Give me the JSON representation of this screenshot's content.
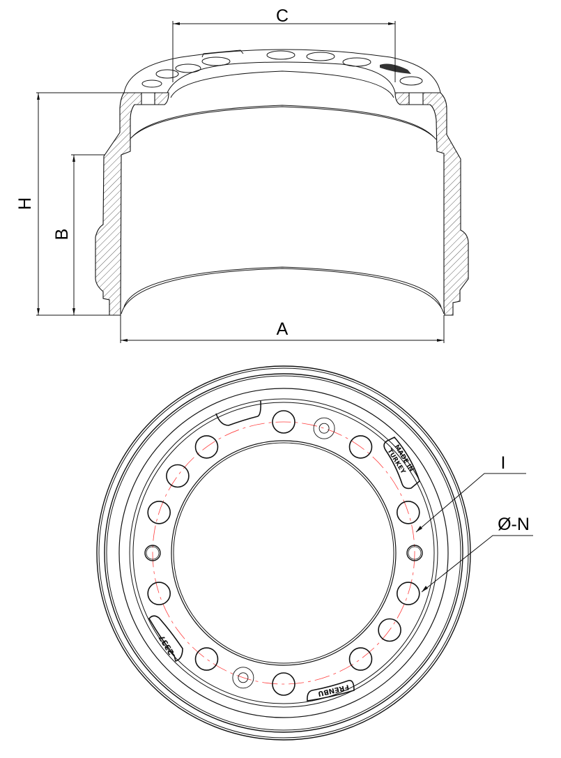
{
  "drawing": {
    "title": "Brake drum technical drawing",
    "side_view": {
      "dimensions": {
        "C": "C",
        "H": "H",
        "B": "B",
        "A": "A"
      }
    },
    "front_view": {
      "callouts": {
        "bolt_circle": "I",
        "hole_diameter": "Ø-N"
      },
      "stamps": {
        "origin_line1": "MADE IN",
        "origin_line2": "TURKEY",
        "part_number": "2337",
        "brand": "FRENBU"
      }
    },
    "colors": {
      "lines": "#111111",
      "bolt_circle": "#ff3b3b"
    }
  }
}
